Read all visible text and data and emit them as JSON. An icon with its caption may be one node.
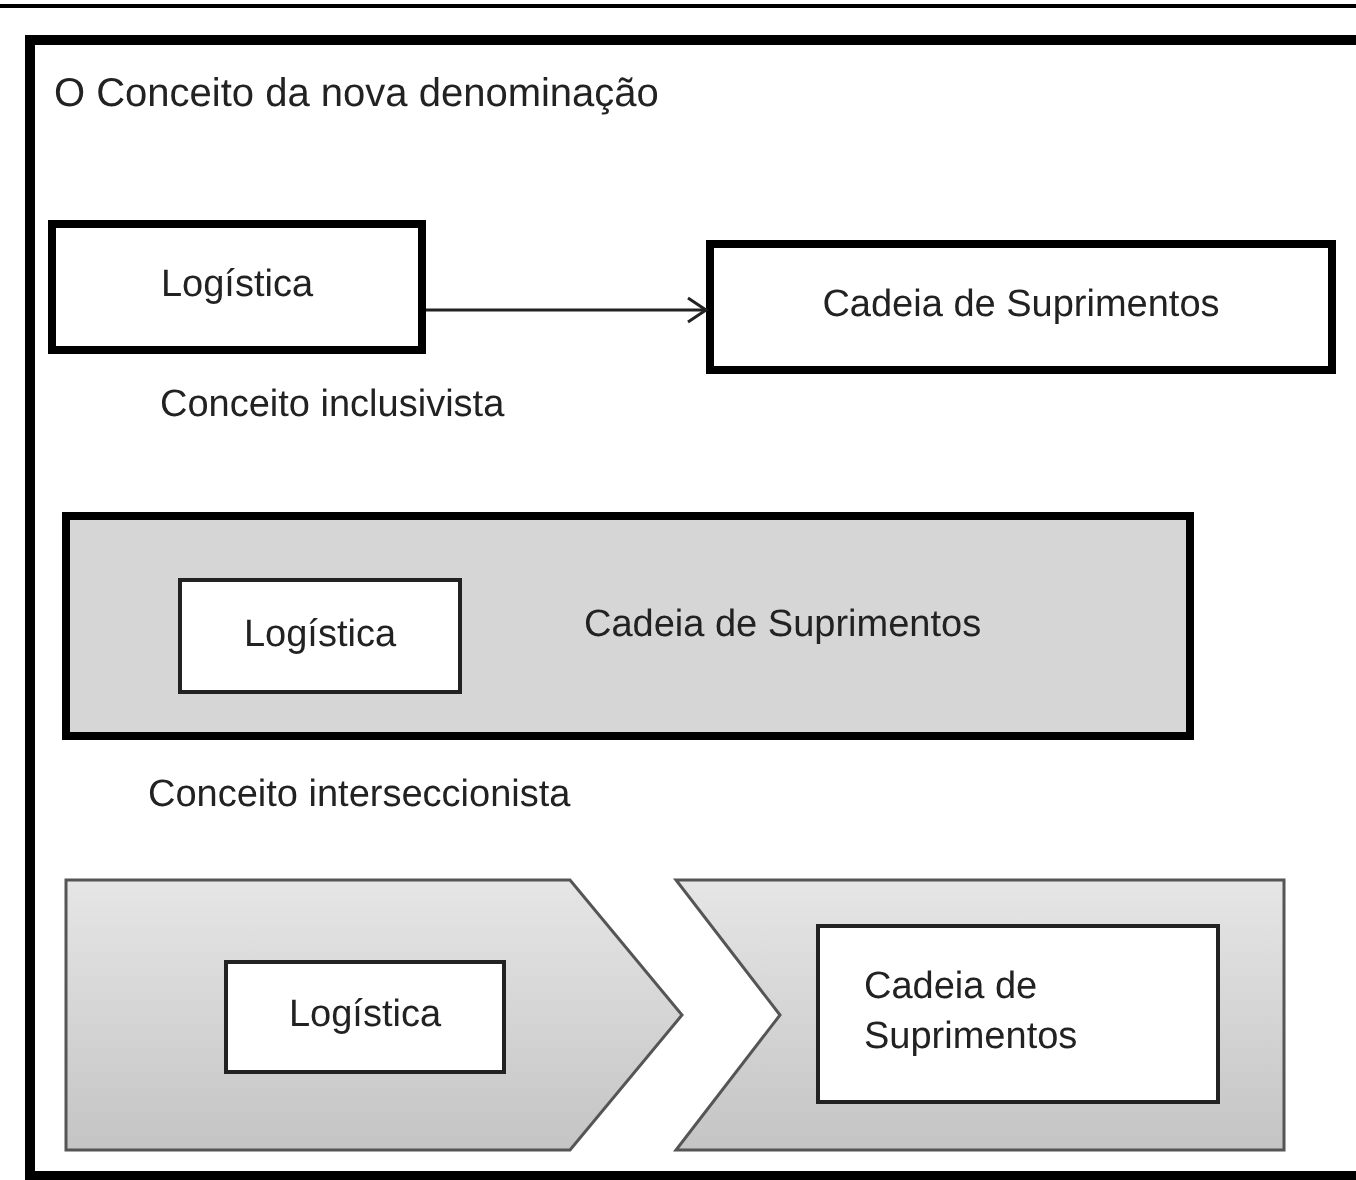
{
  "diagram": {
    "title": "O Conceito da nova denominação",
    "nodes": [
      {
        "text": [
          "Logística"
        ]
      },
      {
        "text": [
          "Cadeia de Suprimentos"
        ]
      },
      {
        "text": [
          "Cadeia de Suprimentos"
        ]
      },
      {
        "text": [
          "Logística"
        ],
        "in": 2
      },
      {
        "text": [],
        "shape": "pentagon"
      },
      {
        "text": [
          "Logística"
        ],
        "in": 4
      },
      {
        "text": [],
        "shape": "chevron"
      },
      {
        "text": [
          "Cadeia de Suprimentos"
        ],
        "in": 6
      }
    ],
    "edges": [
      {
        "from": 0,
        "to": 1,
        "arrow": "to"
      }
    ],
    "labels": [
      "Conceito inclusivista",
      "Conceito interseccionista"
    ]
  }
}
